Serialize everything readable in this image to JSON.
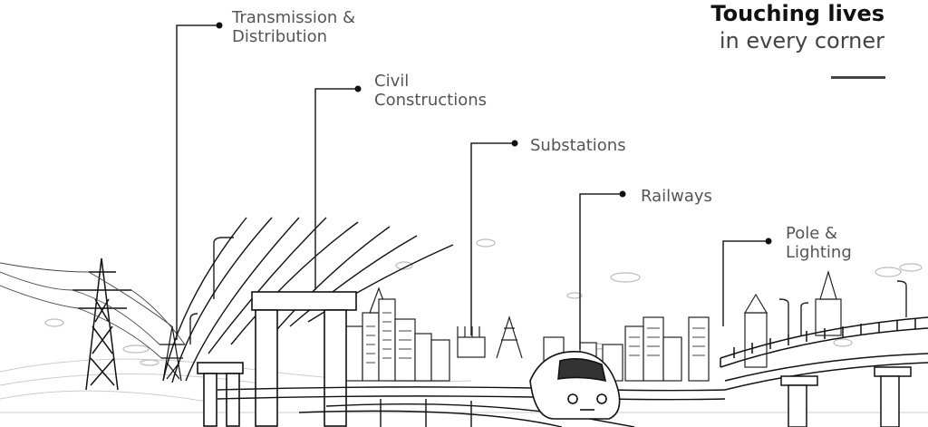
{
  "headline": {
    "title": "Touching lives",
    "subtitle": "in every corner"
  },
  "callouts": [
    {
      "label": "Transmission &\nDistribution"
    },
    {
      "label": "Civil\nConstructions"
    },
    {
      "label": "Substations"
    },
    {
      "label": "Railways"
    },
    {
      "label": "Pole &\nLighting"
    }
  ],
  "colors": {
    "line": "#222222",
    "label_text": "#555555",
    "title_text": "#111111"
  }
}
